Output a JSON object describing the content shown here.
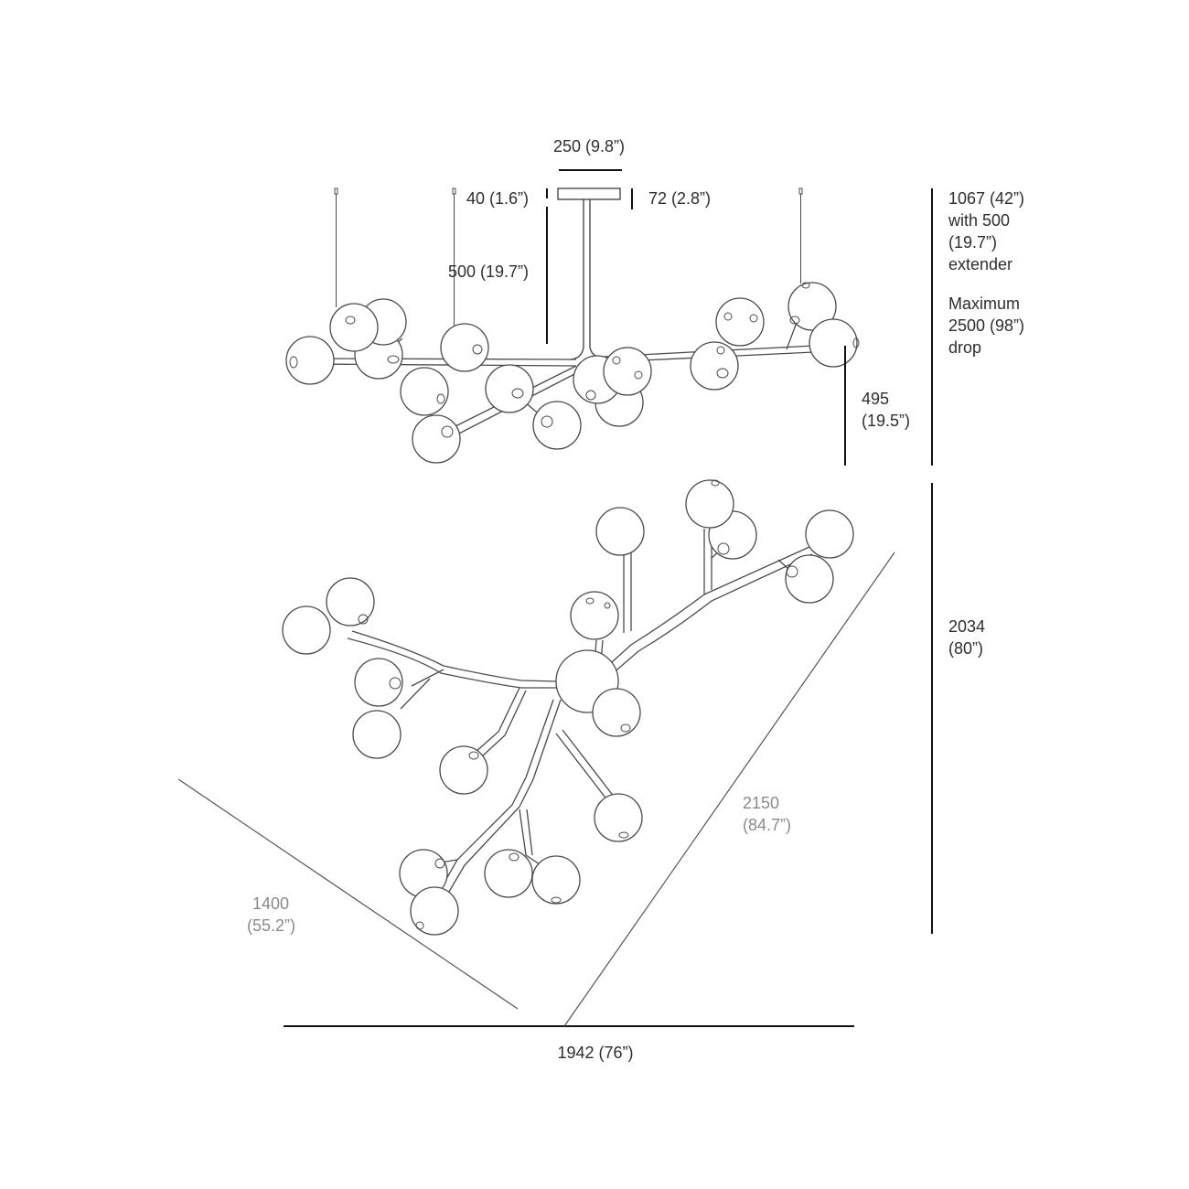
{
  "dimensions": {
    "canopy_width": "250 (9.8”)",
    "canopy_depth": "40 (1.6”)",
    "canopy_height": "72 (2.8”)",
    "stem_length": "500 (19.7”)",
    "overall_height": [
      "1067 (42”)",
      "with 500",
      "(19.7”)",
      "extender"
    ],
    "max_drop": [
      "Maximum",
      "2500 (98”)",
      "drop"
    ],
    "body_height": [
      "495",
      "(19.5”)"
    ],
    "overall_depth": [
      "2034",
      "(80”)"
    ],
    "diagonal_long": [
      "2150",
      "(84.7”)"
    ],
    "diagonal_short": [
      "1400",
      "(55.2”)"
    ],
    "overall_width": "1942 (76”)"
  },
  "colors": {
    "line": "#4a4a4a",
    "text": "#2e2e2e",
    "secondary_text": "#8a8a8a",
    "background": "#ffffff"
  }
}
